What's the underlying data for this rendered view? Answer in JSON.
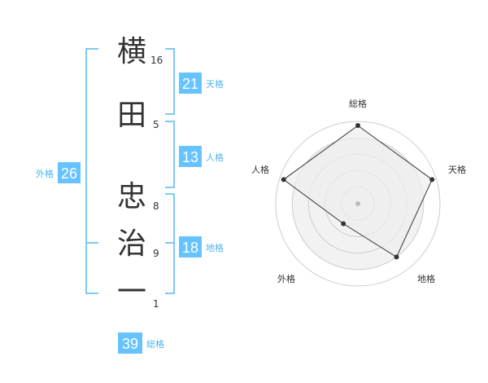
{
  "name": {
    "chars": [
      {
        "char": "横",
        "strokes": "16"
      },
      {
        "char": "田",
        "strokes": "5"
      },
      {
        "char": "忠",
        "strokes": "8"
      },
      {
        "char": "治",
        "strokes": "9"
      },
      {
        "char": "一",
        "strokes": "1"
      }
    ]
  },
  "kakusu": {
    "tenkaku": {
      "value": "21",
      "label": "天格"
    },
    "jinkaku": {
      "value": "13",
      "label": "人格"
    },
    "chikaku": {
      "value": "18",
      "label": "地格"
    },
    "gaikaku": {
      "value": "26",
      "label": "外格"
    },
    "soukaku": {
      "value": "39",
      "label": "総格"
    }
  },
  "chart_data": {
    "type": "radar",
    "axes": [
      "総格",
      "天格",
      "地格",
      "外格",
      "人格"
    ],
    "values": [
      0.95,
      0.95,
      0.8,
      0.3,
      0.95
    ],
    "max": 1,
    "rings": 5,
    "colors": {
      "fill": "#eeeeee",
      "line": "#333333",
      "points": "#333333",
      "rings": "#cccccc",
      "center": "#bbbbbb"
    }
  }
}
